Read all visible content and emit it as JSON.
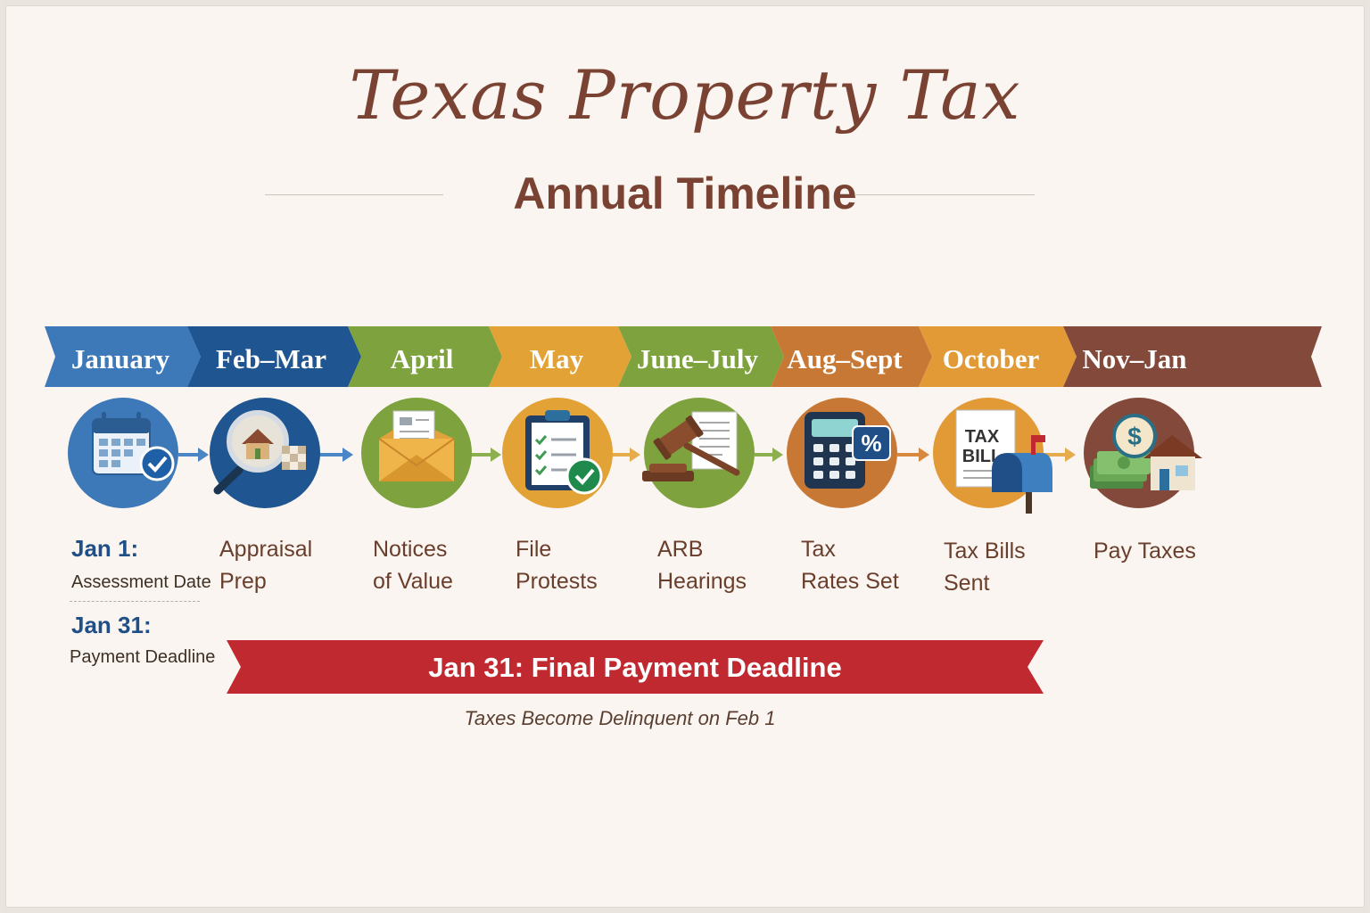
{
  "title": {
    "script": "Texas Property Tax",
    "subtitle": "Annual Timeline"
  },
  "months": [
    {
      "label": "January",
      "color": "#3d78b8"
    },
    {
      "label": "Feb–Mar",
      "color": "#1f5590"
    },
    {
      "label": "April",
      "color": "#7ea33e"
    },
    {
      "label": "May",
      "color": "#e3a235"
    },
    {
      "label": "June–July",
      "color": "#7ea33e"
    },
    {
      "label": "Aug–Sept",
      "color": "#c87835"
    },
    {
      "label": "October",
      "color": "#e19a35"
    },
    {
      "label": "Nov–Jan",
      "color": "#83493a"
    }
  ],
  "steps": [
    {
      "icon": "calendar-check-icon",
      "color": "#3d78b8",
      "lines": []
    },
    {
      "icon": "magnifier-house-icon",
      "color": "#1f5590",
      "lines": [
        "Appraisal",
        "Prep"
      ]
    },
    {
      "icon": "envelope-notice-icon",
      "color": "#7ea33e",
      "lines": [
        "Notices",
        "of Value"
      ]
    },
    {
      "icon": "clipboard-checklist-icon",
      "color": "#e3a235",
      "lines": [
        "File",
        "Protests"
      ]
    },
    {
      "icon": "gavel-document-icon",
      "color": "#7ea33e",
      "lines": [
        "ARB",
        "Hearings"
      ]
    },
    {
      "icon": "calculator-percent-icon",
      "color": "#c87835",
      "lines": [
        "Tax",
        "Rates Set"
      ]
    },
    {
      "icon": "tax-bill-mailbox-icon",
      "color": "#e19a35",
      "lines": [
        "Tax Bills",
        "Sent"
      ]
    },
    {
      "icon": "money-house-icon",
      "color": "#83493a",
      "lines": [
        "Pay Taxes"
      ]
    }
  ],
  "tax_bill_text": [
    "TAX",
    "BILL"
  ],
  "percent_symbol": "%",
  "dollar_symbol": "$",
  "january_notes": {
    "first_title": "Jan 1:",
    "first_sub": "Assessment Date",
    "second_title": "Jan 31:",
    "second_sub": "Payment Deadline"
  },
  "deadline_banner": {
    "text": "Jan 31: Final Payment Deadline",
    "color": "#c0292f"
  },
  "footnote": "Taxes Become Delinquent on Feb 1"
}
